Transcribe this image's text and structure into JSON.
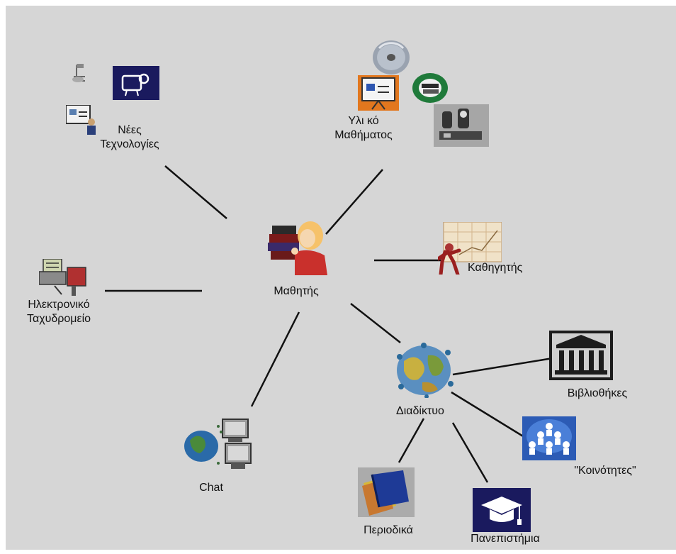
{
  "center": {
    "label": "Μαθητής"
  },
  "nodes": {
    "new_tech": {
      "line1": "Νέες",
      "line2": "Τεχνολογίες"
    },
    "material": {
      "line1": "Υλι κό",
      "line2": "Μαθήματος"
    },
    "teacher": {
      "label": "Καθηγητής"
    },
    "email": {
      "line1": "Ηλεκτρονικό",
      "line2": "Ταχυδρομείο"
    },
    "internet": {
      "label": "Διαδίκτυο"
    },
    "libraries": {
      "label": "Βιβλιοθήκες"
    },
    "communities": {
      "label": "\"Κοινότητες\""
    },
    "chat": {
      "label": "Chat"
    },
    "journals": {
      "label": "Περιοδικά"
    },
    "universities": {
      "label": "Πανεπιστήμια"
    }
  },
  "colors": {
    "background": "#d6d6d6",
    "line": "#111111",
    "navy": "#1a1a5e"
  },
  "icons": [
    "student-icon",
    "teacher-chart-icon",
    "projector-icon",
    "presenter-icon",
    "video-camera-icon",
    "cd-icon",
    "slide-projector-icon",
    "books-globe-icon",
    "projector-equipment-icon",
    "mail-icon",
    "globe-network-icon",
    "library-building-icon",
    "community-icon",
    "chat-globe-icon",
    "journals-icon",
    "graduation-cap-icon"
  ]
}
